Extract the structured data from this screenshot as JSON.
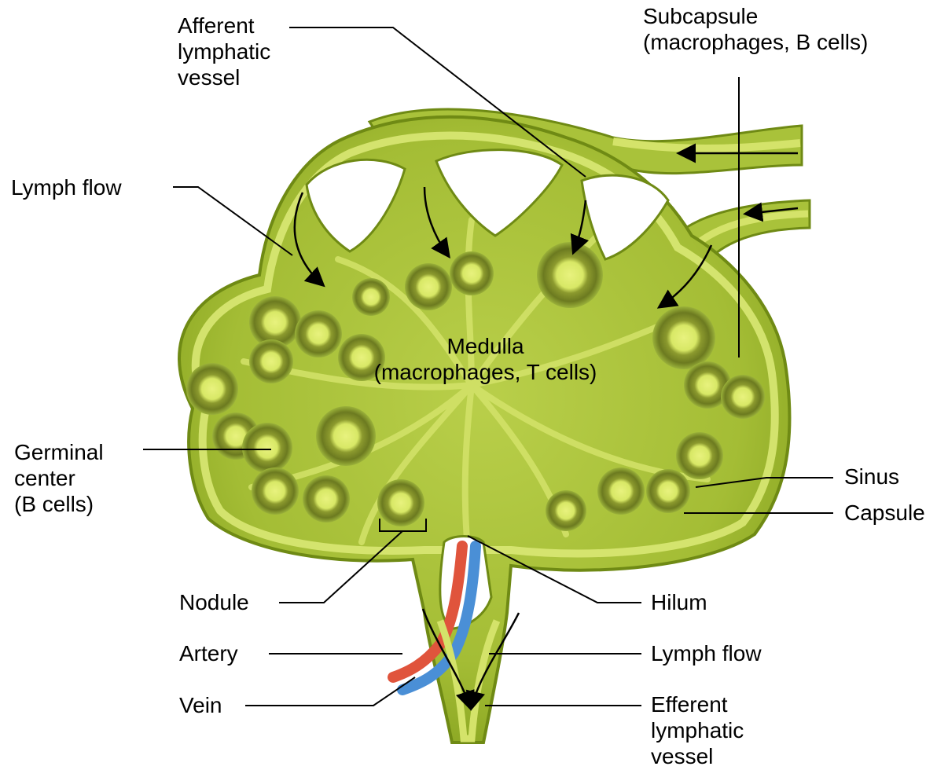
{
  "labels": {
    "afferent": [
      "Afferent",
      "lymphatic",
      "vessel"
    ],
    "subcapsule": [
      "Subcapsule",
      "(macrophages, B cells)"
    ],
    "lymph_flow_left": "Lymph flow",
    "medulla": [
      "Medulla",
      "(macrophages, T cells)"
    ],
    "germinal": [
      "Germinal",
      "center",
      "(B cells)"
    ],
    "sinus": "Sinus",
    "capsule": "Capsule",
    "nodule": "Nodule",
    "hilum": "Hilum",
    "artery": "Artery",
    "lymph_flow_right": "Lymph flow",
    "vein": "Vein",
    "efferent": [
      "Efferent",
      "lymphatic",
      "vessel"
    ]
  },
  "colors": {
    "tissue": "#a9c23a",
    "tissue_dark": "#7f9a1e",
    "sinus": "#d4e36a",
    "capsule_edge": "#6f8a14",
    "follicle_dark": "#5d6b1a",
    "follicle_center": "#e2ef7a",
    "artery": "#e0543c",
    "vein": "#4a8fd6",
    "leader": "#000000"
  }
}
